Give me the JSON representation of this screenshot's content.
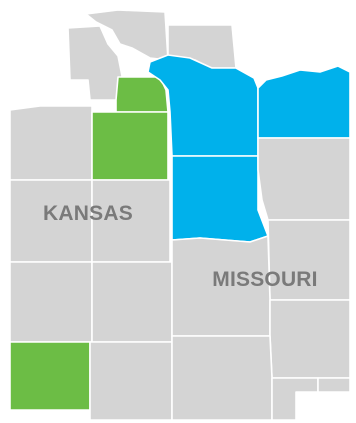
{
  "map": {
    "colors": {
      "base": "#d4d4d4",
      "highlight_green": "#6cbd45",
      "highlight_blue": "#00b1eb",
      "border": "#ffffff",
      "label": "#7a7a7a"
    },
    "labels": {
      "kansas": "KANSAS",
      "missouri": "MISSOURI"
    },
    "regions": [
      {
        "id": "ks-north-1",
        "highlight": "none"
      },
      {
        "id": "ks-north-2",
        "highlight": "none"
      },
      {
        "id": "ks-north-3",
        "highlight": "green"
      },
      {
        "id": "ks-west-1",
        "highlight": "none"
      },
      {
        "id": "ks-green-mid",
        "highlight": "green"
      },
      {
        "id": "ks-west-2",
        "highlight": "none"
      },
      {
        "id": "ks-center",
        "highlight": "none"
      },
      {
        "id": "ks-west-3",
        "highlight": "none"
      },
      {
        "id": "ks-center-2",
        "highlight": "none"
      },
      {
        "id": "ks-green-south",
        "highlight": "green"
      },
      {
        "id": "ks-south-2",
        "highlight": "none"
      },
      {
        "id": "mo-north-1",
        "highlight": "none"
      },
      {
        "id": "mo-blue-1",
        "highlight": "blue"
      },
      {
        "id": "mo-blue-2",
        "highlight": "blue"
      },
      {
        "id": "mo-blue-3",
        "highlight": "blue"
      },
      {
        "id": "mo-east-1",
        "highlight": "none"
      },
      {
        "id": "mo-east-2",
        "highlight": "none"
      },
      {
        "id": "mo-center",
        "highlight": "none"
      },
      {
        "id": "mo-east-3",
        "highlight": "none"
      },
      {
        "id": "mo-south-1",
        "highlight": "none"
      },
      {
        "id": "mo-south-2",
        "highlight": "none"
      },
      {
        "id": "mo-east-4",
        "highlight": "none"
      }
    ]
  }
}
